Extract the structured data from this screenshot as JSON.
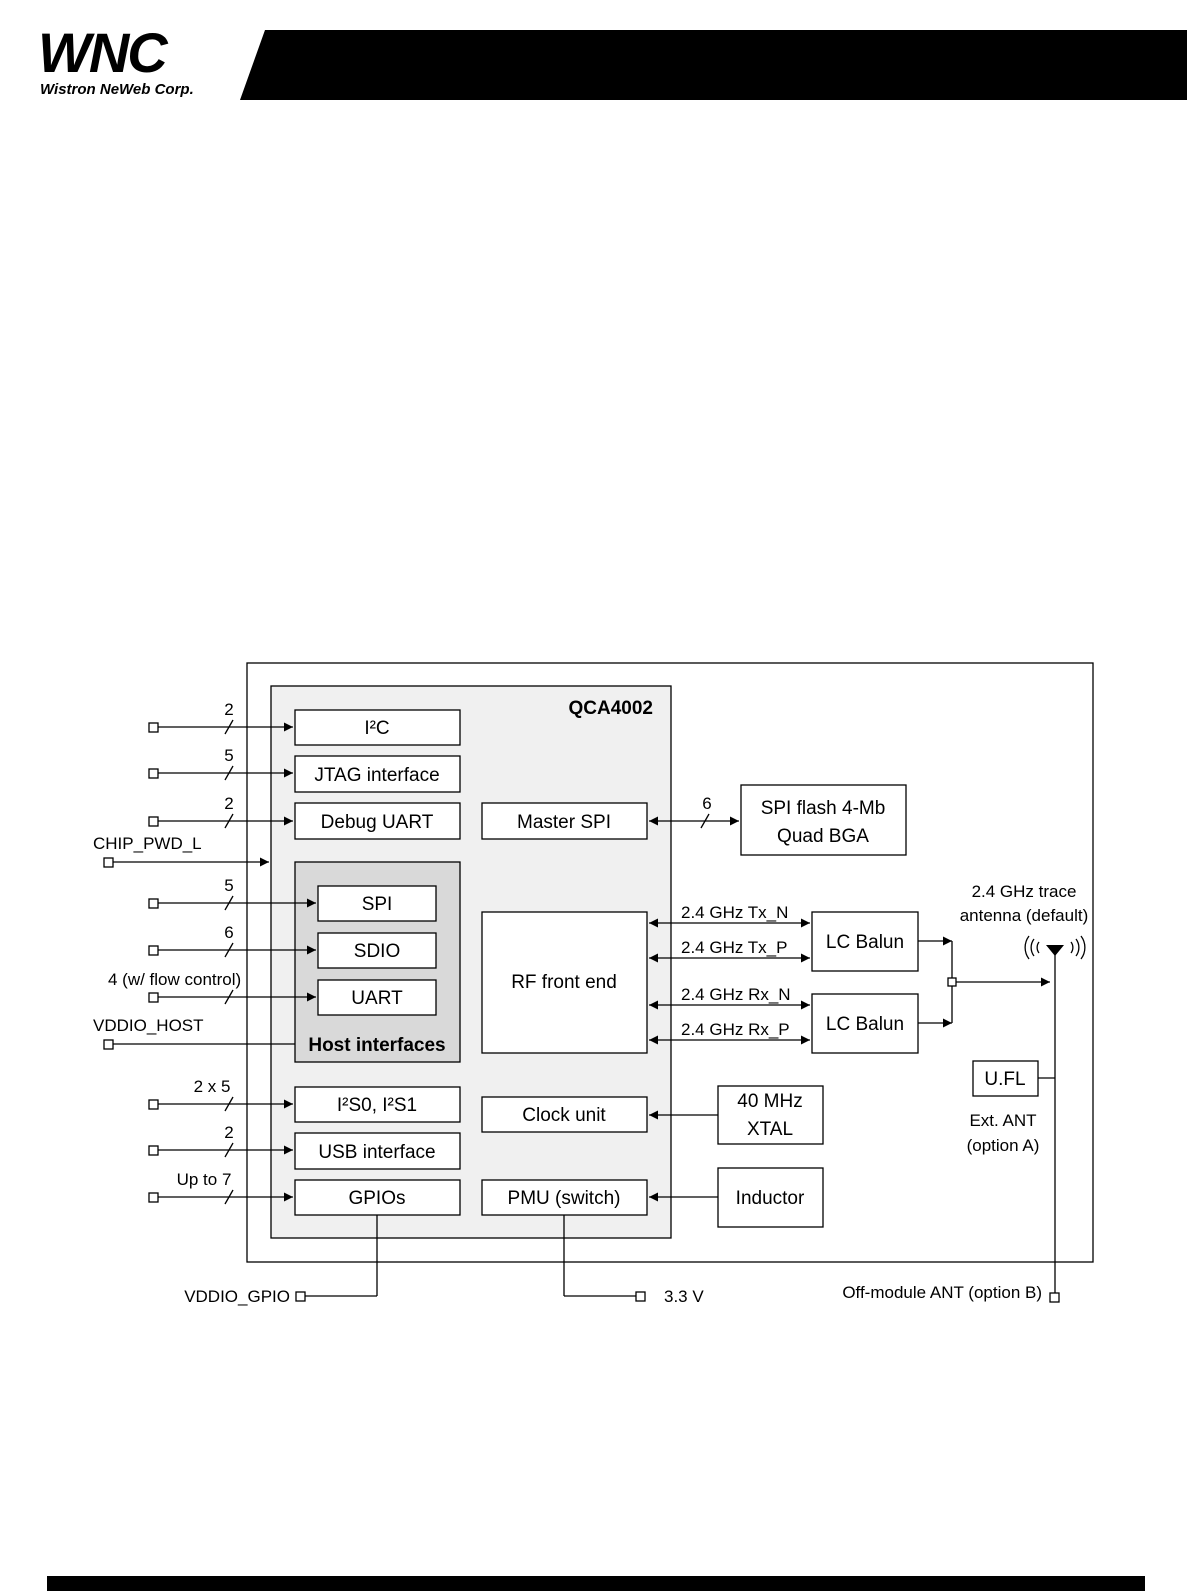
{
  "header": {
    "logo_text": "WNC",
    "logo_subtext": "Wistron NeWeb Corp."
  },
  "diagram": {
    "chip_title": "QCA4002",
    "blocks": {
      "i2c": "I²C",
      "jtag": "JTAG interface",
      "debug_uart": "Debug UART",
      "master_spi": "Master SPI",
      "spi": "SPI",
      "sdio": "SDIO",
      "uart": "UART",
      "host_interfaces": "Host interfaces",
      "rf_front_end": "RF front end",
      "i2s": "I²S0, I²S1",
      "usb": "USB interface",
      "gpios": "GPIOs",
      "clock_unit": "Clock unit",
      "pmu": "PMU (switch)",
      "spi_flash_line1": "SPI flash 4-Mb",
      "spi_flash_line2": "Quad BGA",
      "lc_balun_1": "LC Balun",
      "lc_balun_2": "LC Balun",
      "xtal_line1": "40 MHz",
      "xtal_line2": "XTAL",
      "inductor": "Inductor",
      "ufl": "U.FL"
    },
    "bus_widths": {
      "i2c": "2",
      "jtag": "5",
      "debug_uart": "2",
      "spi": "5",
      "sdio": "6",
      "uart": "4 (w/ flow control)",
      "i2s": "2 x 5",
      "usb": "2",
      "gpios": "Up to 7",
      "master_spi": "6"
    },
    "signals": {
      "chip_pwd": "CHIP_PWD_L",
      "vddio_host": "VDDIO_HOST",
      "vddio_gpio": "VDDIO_GPIO",
      "v33": "3.3 V",
      "tx_n": "2.4 GHz Tx_N",
      "tx_p": "2.4 GHz Tx_P",
      "rx_n": "2.4 GHz Rx_N",
      "rx_p": "2.4 GHz Rx_P"
    },
    "antenna": {
      "trace_line1": "2.4 GHz trace",
      "trace_line2": "antenna (default)",
      "ext_line1": "Ext. ANT",
      "ext_line2": "(option A)",
      "off_module": "Off-module ANT (option B)"
    }
  }
}
